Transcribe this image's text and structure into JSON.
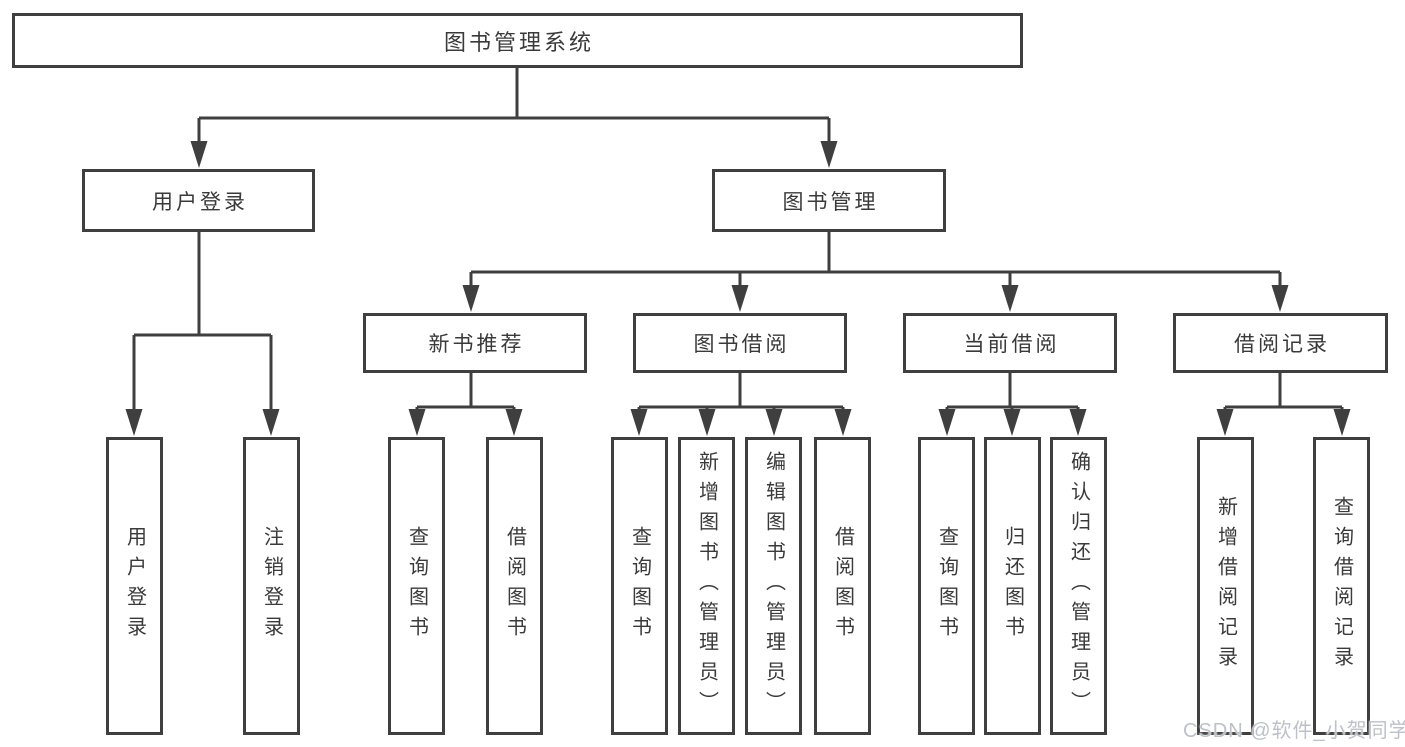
{
  "nodes": {
    "root": "图书管理系统",
    "user_login": "用户登录",
    "book_mgmt": "图书管理",
    "new_book": "新书推荐",
    "book_borrow": "图书借阅",
    "current_borrow": "当前借阅",
    "borrow_record": "借阅记录"
  },
  "leaves": {
    "user_login": [
      "用户登录",
      "注销登录"
    ],
    "new_book": [
      "查询图书",
      "借阅图书"
    ],
    "book_borrow": [
      "查询图书",
      "新增图书（管理员）",
      "编辑图书（管理员）",
      "借阅图书"
    ],
    "current_borrow": [
      "查询图书",
      "归还图书",
      "确认归还（管理员）"
    ],
    "borrow_record": [
      "新增借阅记录",
      "查询借阅记录"
    ]
  },
  "watermark": {
    "text": "CSDN @软件_小贺同学"
  },
  "colors": {
    "line": "#3f3f3f",
    "text": "#3a3a3a",
    "background": "#ffffff",
    "watermark": "#bdc1c8"
  }
}
